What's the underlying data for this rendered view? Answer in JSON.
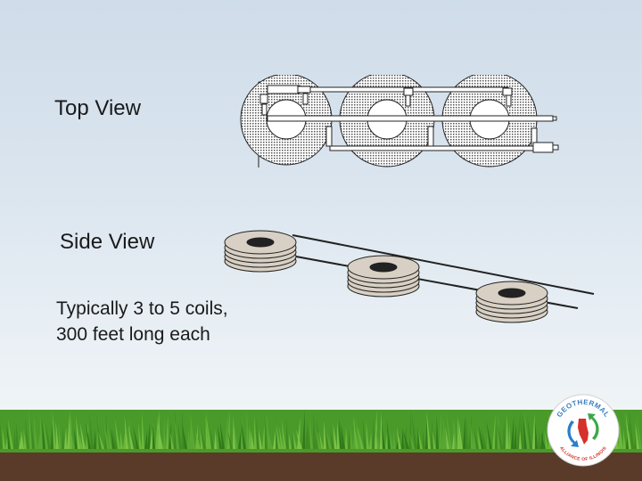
{
  "labels": {
    "top_view": "Top View",
    "side_view": "Side View"
  },
  "note": {
    "line1": "Typically 3 to 5 coils,",
    "line2": "300 feet long each"
  },
  "logo": {
    "arc_top": "GEOTHERMAL",
    "arc_bottom": "ALLIANCE OF ILLINOIS"
  },
  "colors": {
    "sky_top": "#cfdce9",
    "grass": "#4a9a2a",
    "soil": "#5a3b2a",
    "coil_fill": "#d8d0c4",
    "logo_red": "#d6302a",
    "logo_blue": "#2a7fc9",
    "logo_green": "#3aa84a"
  }
}
